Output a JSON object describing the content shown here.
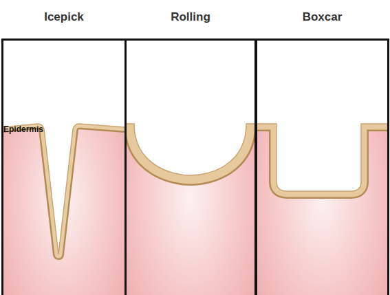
{
  "diagram": {
    "nodes": [
      {
        "text": [
          "Icepick"
        ]
      },
      {
        "text": [
          "Rolling"
        ]
      },
      {
        "text": [
          "Boxcar"
        ]
      }
    ],
    "labels": [
      "Epidermis"
    ]
  }
}
